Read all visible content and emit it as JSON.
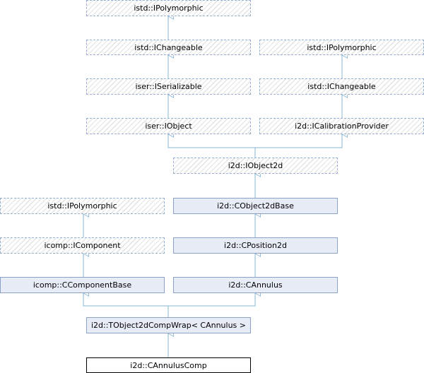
{
  "colors": {
    "edge": "#87b4d3",
    "interface_border": "#9aaed0",
    "class_border": "#8da1c7",
    "class_fill": "#e8ecf6",
    "current_border": "#000000"
  },
  "nodes": {
    "istd_ipolymorphic_top": "istd::IPolymorphic",
    "istd_ichangeable_left": "istd::IChangeable",
    "istd_ipolymorphic_right": "istd::IPolymorphic",
    "iser_iserializable": "iser::ISerializable",
    "istd_ichangeable_right": "istd::IChangeable",
    "iser_iobject": "iser::IObject",
    "i2d_icalibrationprovider": "i2d::ICalibrationProvider",
    "i2d_iobject2d": "i2d::IObject2d",
    "istd_ipolymorphic_bottom": "istd::IPolymorphic",
    "i2d_cobject2dbase": "i2d::CObject2dBase",
    "icomp_icomponent": "icomp::IComponent",
    "i2d_cposition2d": "i2d::CPosition2d",
    "icomp_ccomponentbase": "icomp::CComponentBase",
    "i2d_cannulus": "i2d::CAnnulus",
    "i2d_tobject2dcompwrap": "i2d::TObject2dCompWrap< CAnnulus >",
    "i2d_cannuluscomp": "i2d::CAnnulusComp"
  }
}
